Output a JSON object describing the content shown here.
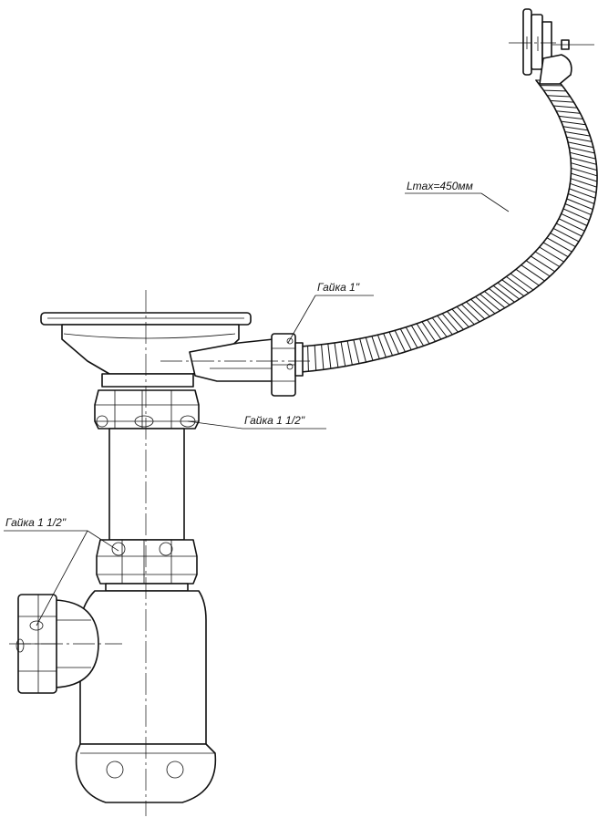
{
  "labels": {
    "hose_length": "Lmax=450мм",
    "nut_1": "Гайка 1\"",
    "nut_upper": "Гайка 1 1/2\"",
    "nut_lower": "Гайка 1 1/2\""
  }
}
